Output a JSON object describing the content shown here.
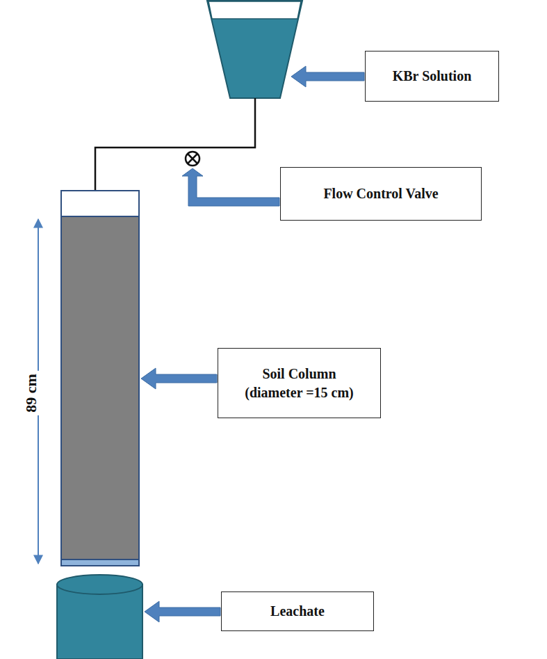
{
  "diagram": {
    "nodes": [
      {
        "text": [
          "KBr Solution"
        ]
      },
      {
        "text": [
          "Flow Control Valve"
        ]
      },
      {
        "text": [
          "Soil Column (diameter =15 cm)"
        ]
      },
      {
        "text": [
          "Leachate"
        ]
      }
    ],
    "labels": [
      "89 cm"
    ]
  }
}
